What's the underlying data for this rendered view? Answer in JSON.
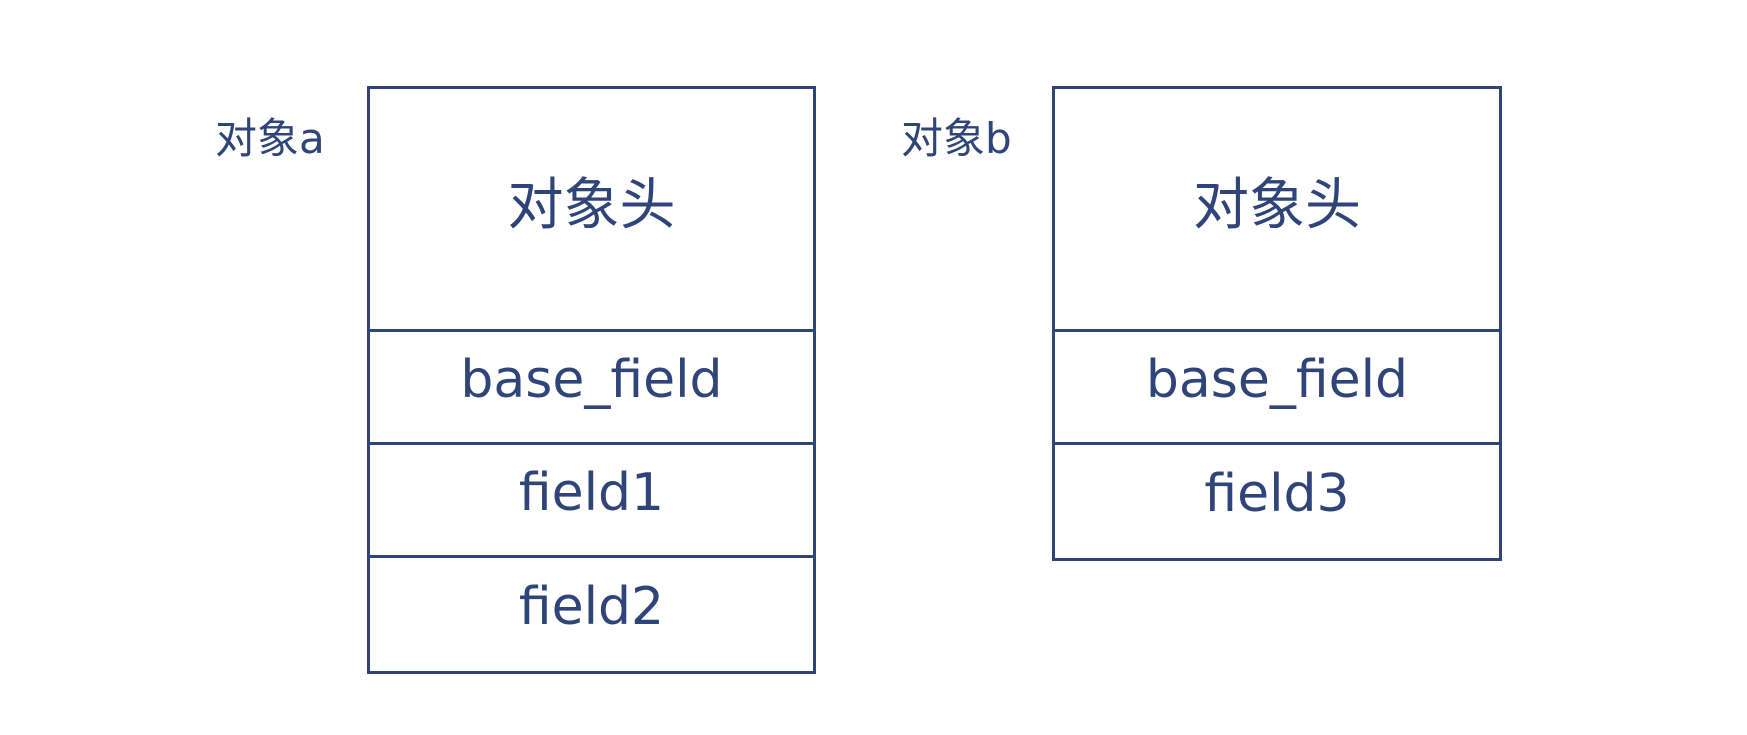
{
  "diagram": {
    "stroke_color": "#2f4479",
    "objects": [
      {
        "label": "对象a",
        "header": "对象头",
        "fields": [
          "base_field",
          "field1",
          "field2"
        ]
      },
      {
        "label": "对象b",
        "header": "对象头",
        "fields": [
          "base_field",
          "field3"
        ]
      }
    ]
  }
}
